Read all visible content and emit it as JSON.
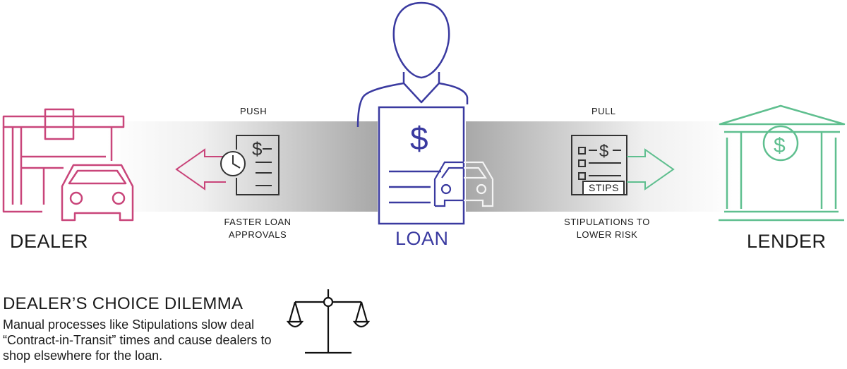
{
  "labels": {
    "dealer": "DEALER",
    "loan": "LOAN",
    "lender": "LENDER",
    "push": "PUSH",
    "pull": "PULL",
    "faster_loan": "FASTER LOAN APPROVALS",
    "stipulations": "STIPULATIONS TO LOWER RISK",
    "stips_tag": "STIPS"
  },
  "dilemma": {
    "title": "DEALER’S CHOICE DILEMMA",
    "body": "Manual processes like Stipulations slow deal “Contract-in-Transit” times and cause dealers to shop elsewhere for the loan."
  },
  "colors": {
    "dealer": "#c9457a",
    "loan": "#3a3aa0",
    "lender": "#5fbf8f",
    "line": "#333333"
  },
  "icons": [
    "store-icon",
    "car-icon",
    "person-icon",
    "loan-document-icon",
    "dollar-icon",
    "clock-document-icon",
    "checklist-document-icon",
    "arrow-left-icon",
    "arrow-right-icon",
    "bank-icon",
    "balance-scale-icon"
  ]
}
